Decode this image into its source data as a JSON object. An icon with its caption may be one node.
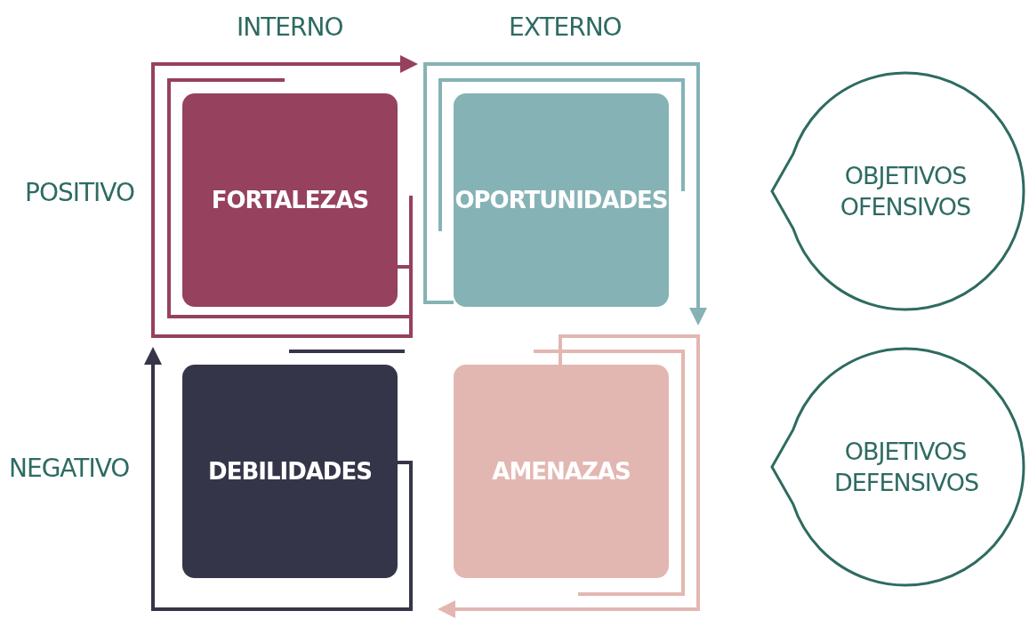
{
  "diagram": {
    "nodes": [
      {
        "text": [
          "FORTALEZAS"
        ]
      },
      {
        "text": [
          "OPORTUNIDADES"
        ]
      },
      {
        "text": [
          "DEBILIDADES"
        ]
      },
      {
        "text": [
          "AMENAZAS"
        ]
      },
      {
        "text": [
          "OBJETIVOS OFENSIVOS"
        ]
      },
      {
        "text": [
          "OBJETIVOS DEFENSIVOS"
        ]
      }
    ],
    "edges": [
      {
        "from": 0,
        "to": null,
        "arrow": "to",
        "color": "#96415e"
      },
      {
        "from": 1,
        "to": null,
        "arrow": "to",
        "color": "#85b3b5"
      },
      {
        "from": 3,
        "to": null,
        "arrow": "to",
        "color": "#e3b7b1"
      },
      {
        "from": 2,
        "to": null,
        "arrow": "to",
        "color": "#35354a"
      }
    ],
    "labels": [
      "INTERNO",
      "EXTERNO",
      "POSITIVO",
      "NEGATIVO"
    ]
  }
}
